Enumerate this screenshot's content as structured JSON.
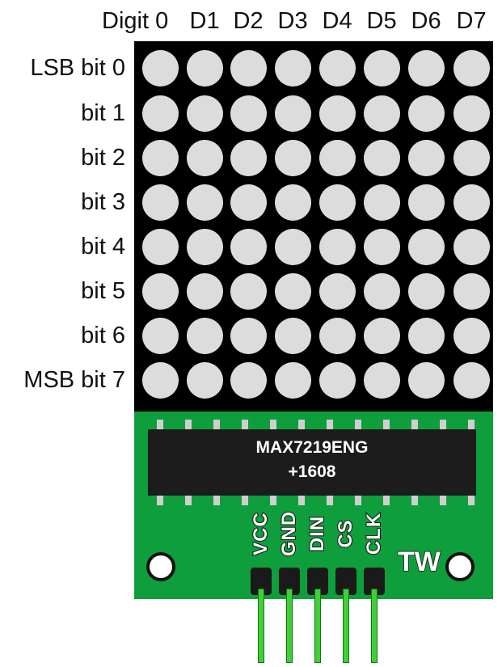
{
  "columns": [
    "Digit 0",
    "D1",
    "D2",
    "D3",
    "D4",
    "D5",
    "D6",
    "D7"
  ],
  "rows": [
    "LSB bit 0",
    "bit 1",
    "bit 2",
    "bit 3",
    "bit 4",
    "bit 5",
    "bit 6",
    "MSB bit 7"
  ],
  "chip": {
    "line1": "MAX7219ENG",
    "line2": "+1608"
  },
  "pins": [
    "VCC",
    "GND",
    "DIN",
    "CS",
    "CLK"
  ],
  "logo": "TW",
  "colors": {
    "board": "#0f9e3c",
    "matrix": "#000000",
    "led": "#dcdcdc",
    "chip": "#1c1c1c",
    "wire": "#3ed135"
  }
}
